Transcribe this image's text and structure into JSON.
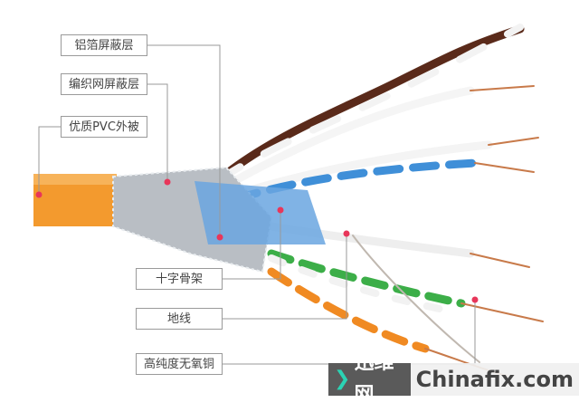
{
  "labels": {
    "foil_shield": "铝箔屏蔽层",
    "braid_shield": "编织网屏蔽层",
    "pvc_jacket": "优质PVC外被",
    "cross_spline": "十字骨架",
    "ground_wire": "地线",
    "copper": "高纯度无氧铜"
  },
  "watermark": {
    "cn": "迅维网",
    "en": "Chinafix.com"
  },
  "colors": {
    "jacket": "#f39a2e",
    "marker": "#e8365a",
    "leader": "#999999"
  }
}
